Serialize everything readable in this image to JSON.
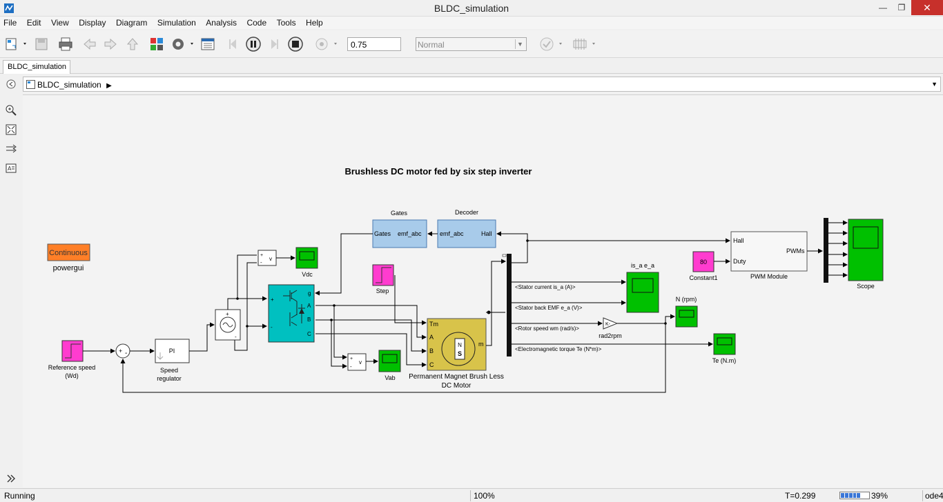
{
  "window": {
    "title": "BLDC_simulation"
  },
  "menu": [
    "File",
    "Edit",
    "View",
    "Display",
    "Diagram",
    "Simulation",
    "Analysis",
    "Code",
    "Tools",
    "Help"
  ],
  "toolbar": {
    "stop_time": "0.75",
    "sim_mode": "Normal"
  },
  "tab": {
    "label": "BLDC_simulation"
  },
  "address": {
    "path": "BLDC_simulation"
  },
  "diagram": {
    "title": "Brushless DC motor fed by six step inverter",
    "powergui": {
      "label": "Continuous",
      "name": "powergui"
    },
    "reference_speed": {
      "name1": "Reference speed",
      "name2": "(Wd)"
    },
    "sum": {
      "plus": "+",
      "minus": "-"
    },
    "speed_regulator": {
      "text": "PI",
      "name1": "Speed",
      "name2": "regulator"
    },
    "dc_source": {
      "plus": "+",
      "minus": "-"
    },
    "vm_dc": {
      "plus": "+",
      "minus": "-",
      "v": "v"
    },
    "vdc_scope": {
      "name": "Vdc"
    },
    "inverter": {
      "g": "g",
      "a": "A",
      "b": "B",
      "c": "C",
      "plus": "+",
      "minus": "-"
    },
    "gates": {
      "name": "Gates",
      "in": "emf_abc",
      "out": "Gates"
    },
    "decoder": {
      "name": "Decoder",
      "in": "Hall",
      "out": "emf_abc"
    },
    "step": {
      "name": "Step"
    },
    "vm_ab": {
      "plus": "+",
      "minus": "-",
      "v": "v"
    },
    "vab_scope": {
      "name": "Vab"
    },
    "motor": {
      "tm": "Tm",
      "a": "A",
      "b": "B",
      "c": "C",
      "m": "m",
      "n": "N",
      "s": "S",
      "name1": "Permanent Magnet Brush Less",
      "name2": "DC Motor"
    },
    "signals": {
      "is": "<Stator current is_a (A)>",
      "emf": "<Stator back EMF e_a (V)>",
      "wm": "<Rotor speed wm (rad/s)>",
      "te": "<Electromagnetic torque Te (N*m)>"
    },
    "gain": {
      "text": "K-",
      "name": "rad2rpm"
    },
    "scope_ise": {
      "name": "is_a e_a"
    },
    "scope_n": {
      "name": "N (rpm)"
    },
    "scope_te": {
      "name": "Te (N.m)"
    },
    "constant": {
      "value": "80",
      "name": "Constant1"
    },
    "pwm": {
      "in1": "Hall",
      "in2": "Duty",
      "out": "PWMs",
      "name": "PWM Module"
    },
    "scope_main": {
      "name": "Scope"
    }
  },
  "status": {
    "state": "Running",
    "zoom": "100%",
    "time": "T=0.299",
    "progress_pct": 39,
    "progress_label": "39%",
    "solver": "ode4"
  },
  "colors": {
    "accent_blue": "#3a76d6",
    "block_cyan": "#00c0c0",
    "block_green": "#00c000",
    "block_magenta": "#ff3ccf",
    "block_orange": "#ff7f27",
    "motor_yellow": "#d8c34a",
    "gates_blue": "#a8cbea"
  }
}
